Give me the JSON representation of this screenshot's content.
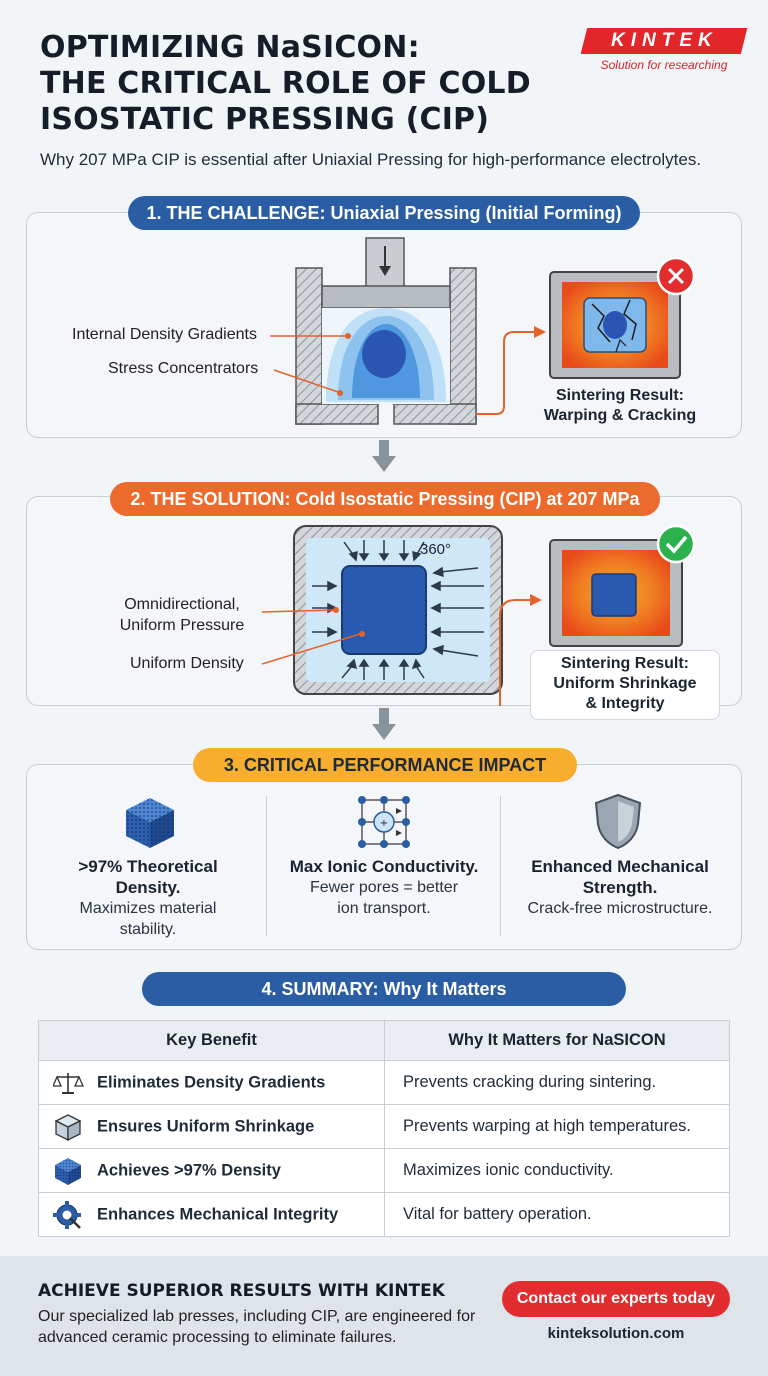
{
  "header": {
    "title_lines": [
      "OPTIMIZING NaSICON:",
      "THE CRITICAL ROLE OF COLD",
      "ISOSTATIC PRESSING (CIP)"
    ],
    "subtitle": "Why 207 MPa CIP is essential after Uniaxial Pressing for high-performance electrolytes."
  },
  "logo": {
    "name": "KINTEK",
    "tagline": "Solution for researching"
  },
  "challenge": {
    "heading": "1. THE CHALLENGE: Uniaxial Pressing (Initial Forming)",
    "labels": [
      "Internal Density Gradients",
      "Stress Concentrators"
    ],
    "result_lines": [
      "Sintering Result:",
      "Warping & Cracking"
    ]
  },
  "solution": {
    "heading": "2. THE SOLUTION: Cold Isostatic Pressing (CIP) at 207 MPa",
    "pressure_lines": [
      "Omnidirectional,",
      "Uniform Pressure"
    ],
    "density_label": "Uniform Density",
    "angle_label": "360°",
    "result_lines": [
      "Sintering Result:",
      "Uniform Shrinkage",
      "& Integrity"
    ]
  },
  "impact": {
    "heading": "3. CRITICAL PERFORMANCE IMPACT",
    "items": [
      {
        "icon": "cube-icon",
        "title_lines": [
          ">97% Theoretical",
          "Density."
        ],
        "desc_lines": [
          "Maximizes material",
          "stability."
        ]
      },
      {
        "icon": "ion-lattice-icon",
        "title_lines": [
          "Max Ionic Conductivity."
        ],
        "desc_lines": [
          "Fewer pores = better",
          "ion transport."
        ]
      },
      {
        "icon": "shield-icon",
        "title_lines": [
          "Enhanced Mechanical",
          "Strength."
        ],
        "desc_lines": [
          "Crack-free microstructure."
        ]
      }
    ]
  },
  "summary": {
    "heading": "4. SUMMARY: Why It Matters",
    "columns": [
      "Key Benefit",
      "Why It Matters for NaSICON"
    ],
    "rows": [
      {
        "icon": "balance-scale-icon",
        "benefit": "Eliminates Density Gradients",
        "why": "Prevents cracking during sintering."
      },
      {
        "icon": "box-icon",
        "benefit": "Ensures Uniform Shrinkage",
        "why": "Prevents warping at high temperatures."
      },
      {
        "icon": "dense-cube-icon",
        "benefit": "Achieves >97% Density",
        "why": "Maximizes ionic conductivity."
      },
      {
        "icon": "gear-wrench-icon",
        "benefit": "Enhances Mechanical Integrity",
        "why": "Vital for battery operation."
      }
    ]
  },
  "footer": {
    "title": "ACHIEVE SUPERIOR RESULTS WITH KINTEK",
    "text": "Our specialized lab presses, including CIP, are engineered for advanced ceramic processing to eliminate failures.",
    "button": "Contact our experts today",
    "url": "kinteksolution.com"
  },
  "colors": {
    "blue": "#2a5da3",
    "orange": "#ec6a2c",
    "yellow": "#f7ad2d",
    "red": "#e22d2f",
    "green": "#2bb24c"
  }
}
